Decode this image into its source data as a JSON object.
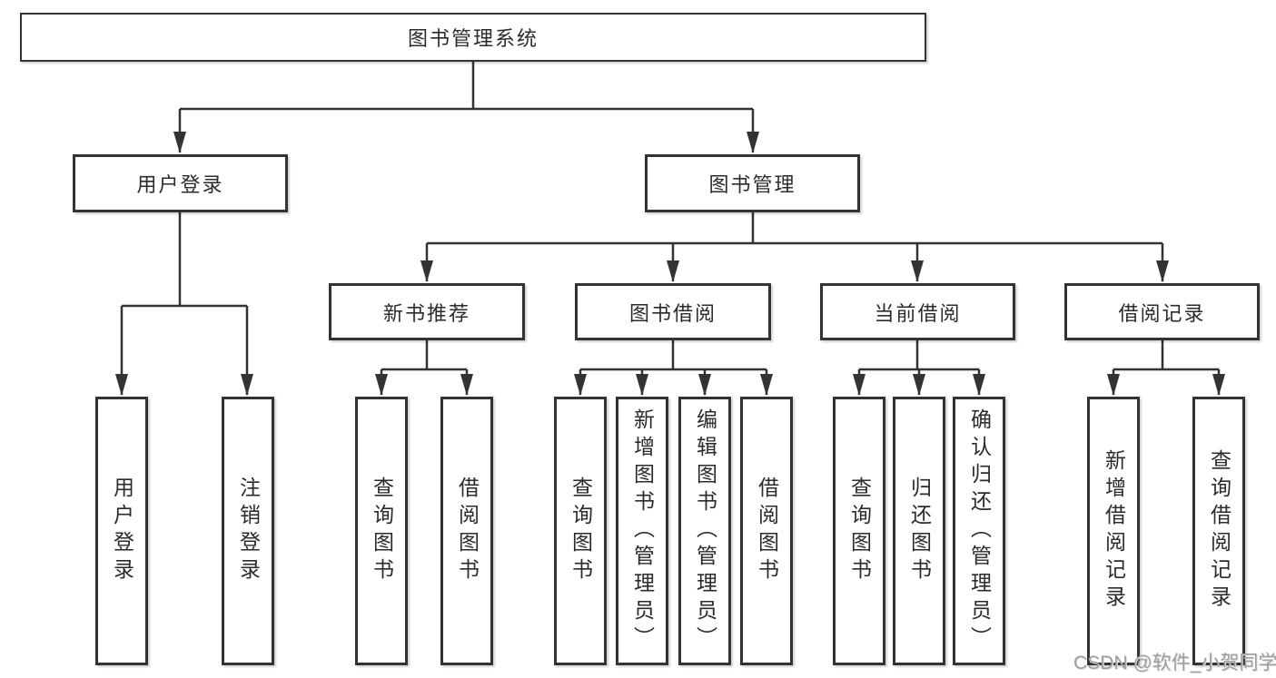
{
  "diagram": {
    "type": "hierarchy-tree",
    "tree": {
      "label": "图书管理系统",
      "children": [
        {
          "label": "用户登录",
          "children": [
            {
              "label": "用户登录"
            },
            {
              "label": "注销登录"
            }
          ]
        },
        {
          "label": "图书管理",
          "children": [
            {
              "label": "新书推荐",
              "children": [
                {
                  "label": "查询图书"
                },
                {
                  "label": "借阅图书"
                }
              ]
            },
            {
              "label": "图书借阅",
              "children": [
                {
                  "label": "查询图书"
                },
                {
                  "label": "新增图书（管理员）"
                },
                {
                  "label": "编辑图书（管理员）"
                },
                {
                  "label": "借阅图书"
                }
              ]
            },
            {
              "label": "当前借阅",
              "children": [
                {
                  "label": "查询图书"
                },
                {
                  "label": "归还图书"
                },
                {
                  "label": "确认归还（管理员）"
                }
              ]
            },
            {
              "label": "借阅记录",
              "children": [
                {
                  "label": "新增借阅记录"
                },
                {
                  "label": "查询借阅记录"
                }
              ]
            }
          ]
        }
      ]
    },
    "colors": {
      "line": "#333333",
      "box_border": "#333333",
      "text": "#2b2b2b",
      "watermark": "#9e9e9e",
      "background": "#ffffff"
    }
  },
  "watermark": "CSDN @软件_小贺同学"
}
